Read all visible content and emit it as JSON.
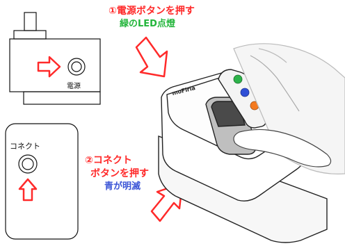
{
  "step1": {
    "title": "①電源ボタンを押す",
    "note": "緑のLED点燈"
  },
  "step2": {
    "title_line1": "②コネクト",
    "title_line2": "ボタンを押す",
    "note": "青が明滅"
  },
  "power_panel": {
    "button_label": "電源"
  },
  "connect_panel": {
    "label": "コネクト"
  },
  "device": {
    "brand": "moFiria"
  },
  "colors": {
    "red": "#ff2a2a",
    "green": "#22b53a",
    "blue": "#3a54d6",
    "led_green": "#2db34a",
    "led_blue": "#2f4fd6",
    "led_orange": "#f47a1f"
  }
}
